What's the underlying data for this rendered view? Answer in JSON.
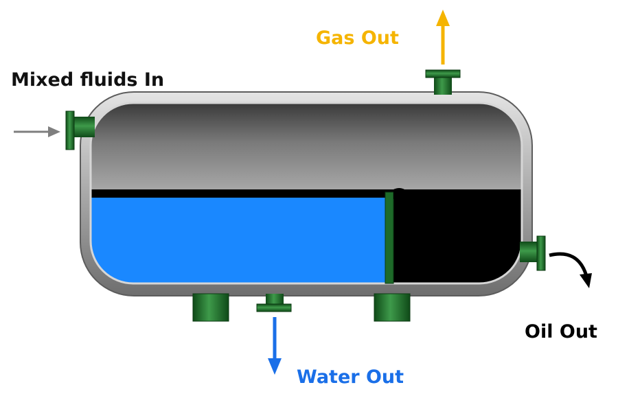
{
  "labels": {
    "inlet": "Mixed fluids In",
    "gas_outlet": "Gas Out",
    "water_outlet": "Water Out",
    "oil_outlet": "Oil Out"
  },
  "colors": {
    "text": "#111111",
    "gas": "#f5b400",
    "water": "#1a88ff",
    "water_label": "#1a6fe8",
    "oil": "#000000",
    "pipe_green": "#1f6b2a",
    "pipe_green_dark": "#0d3d14",
    "shell_gray": "#9a9a9a",
    "inlet_arrow": "#7f7f7f"
  },
  "icons": {
    "inlet": "arrow-right-icon",
    "gas": "arrow-up-icon",
    "water": "arrow-down-icon",
    "oil": "curved-arrow-down-icon"
  }
}
